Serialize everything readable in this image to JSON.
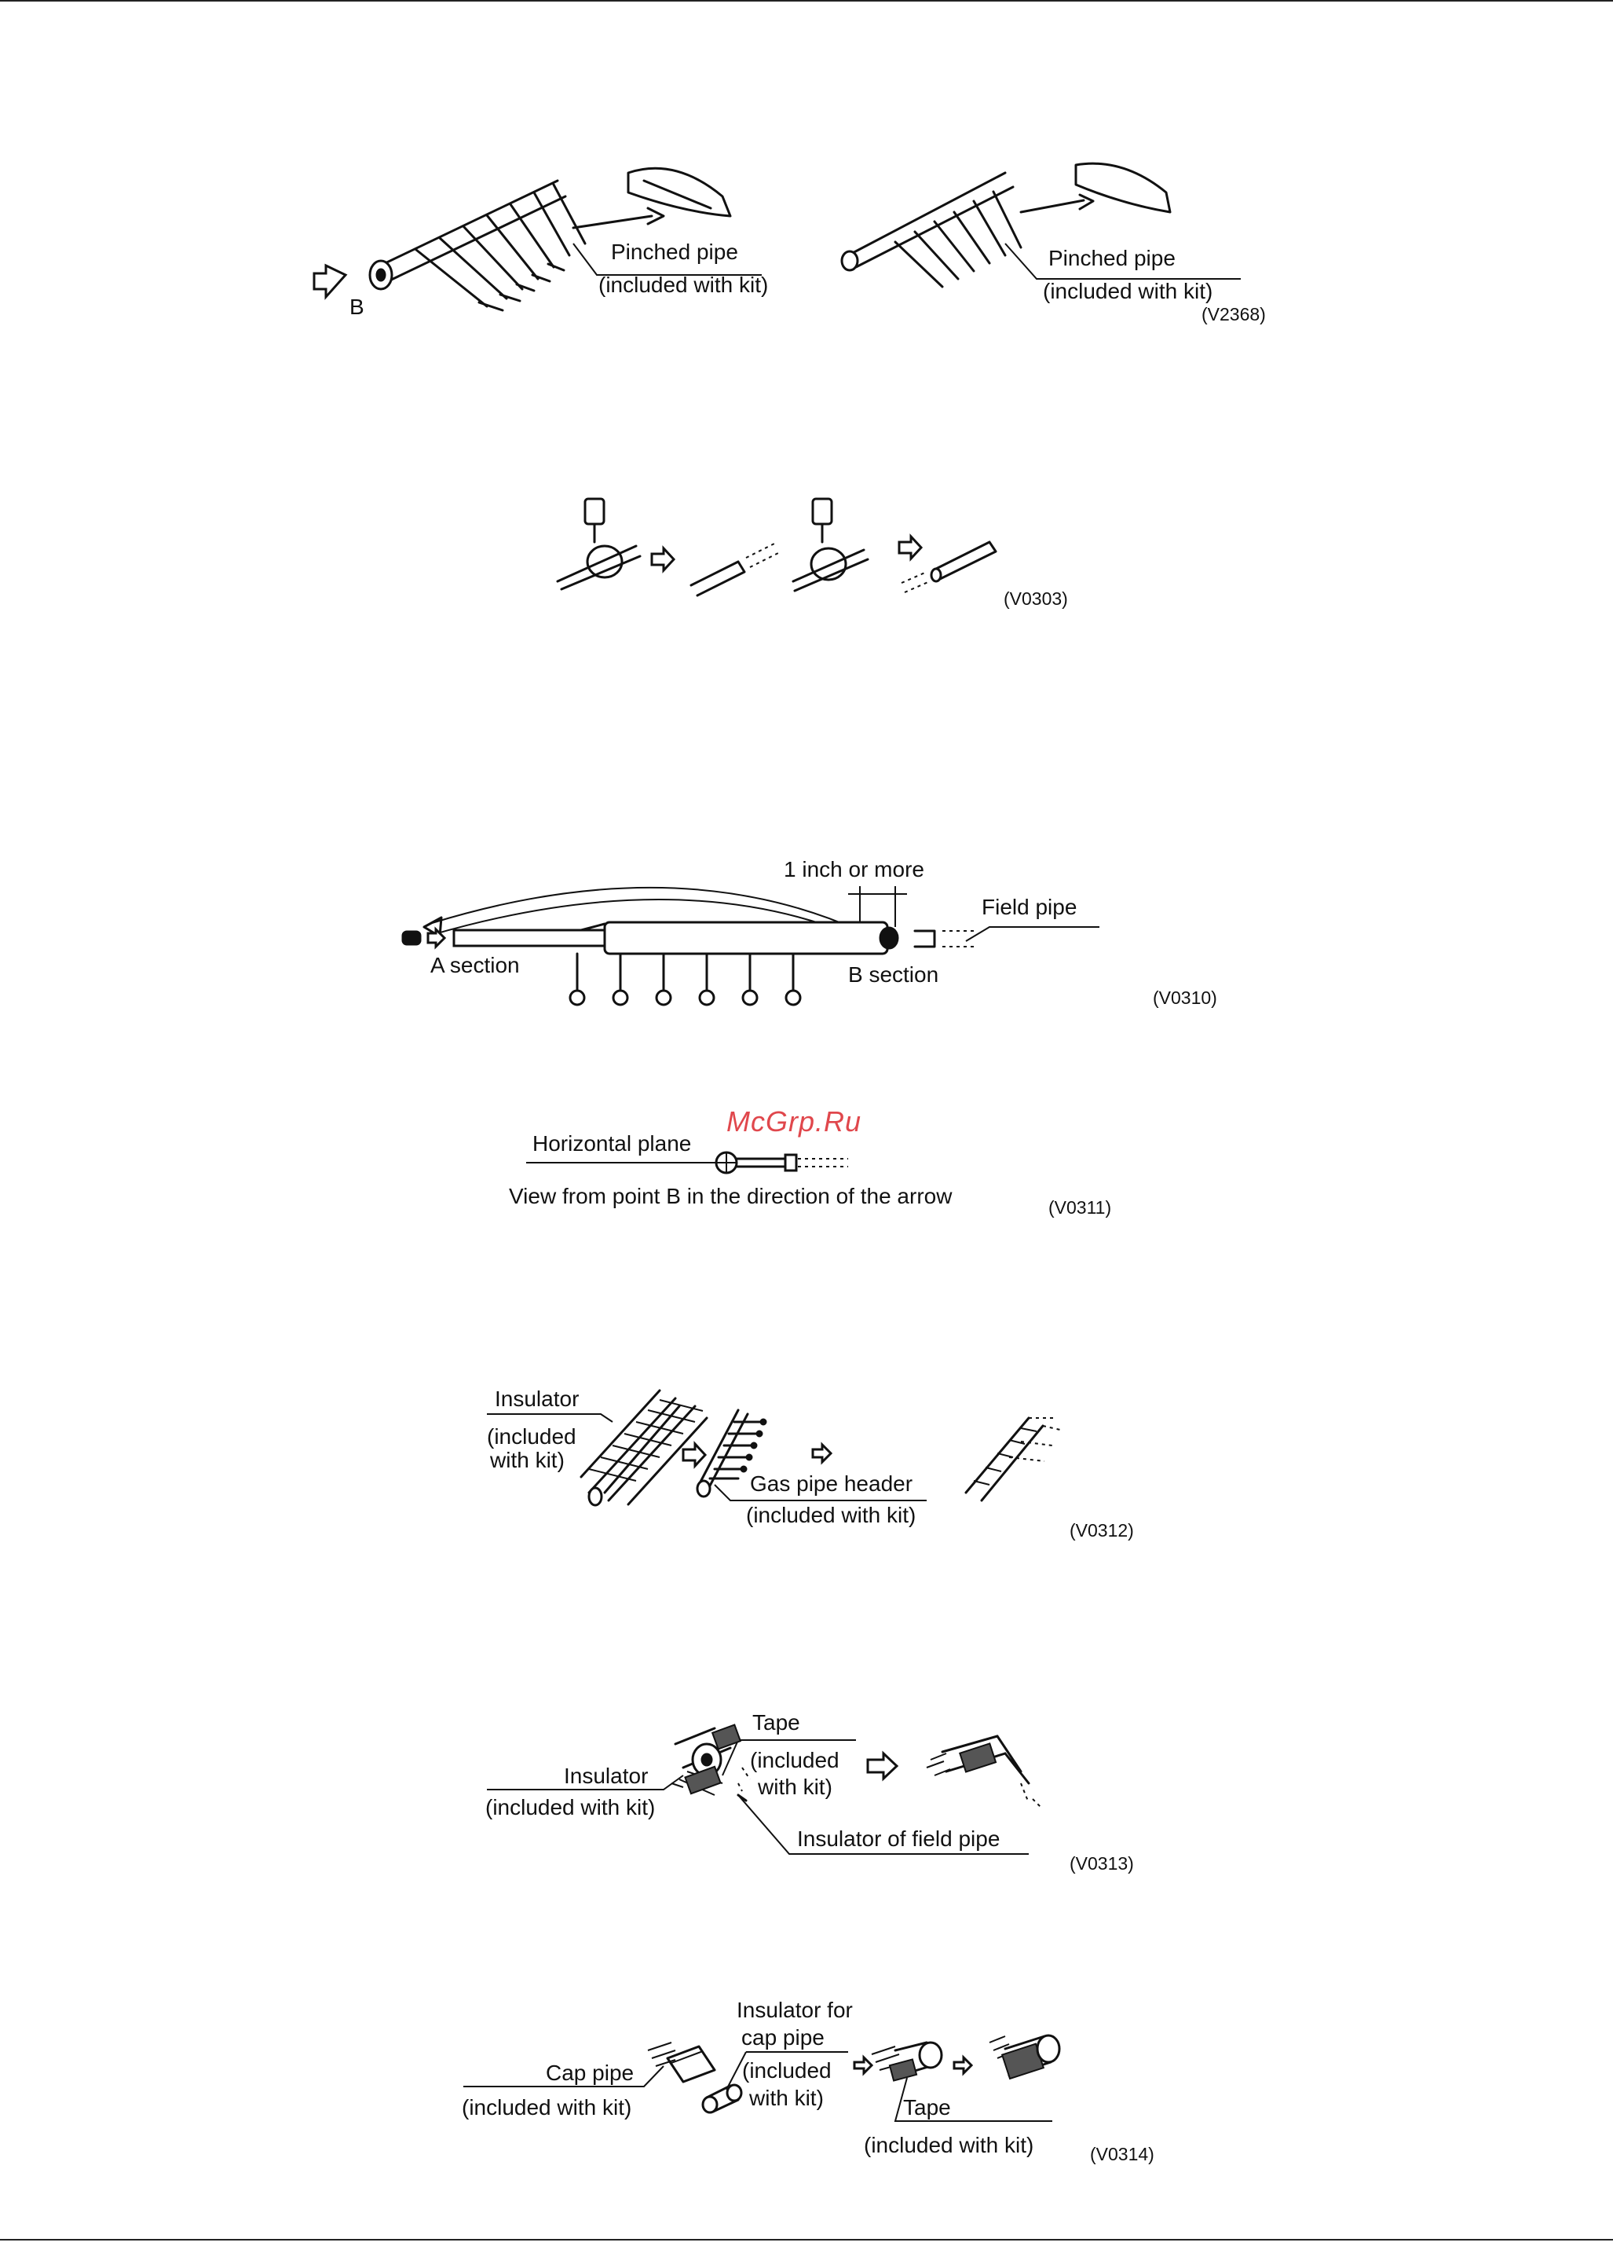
{
  "page": {
    "watermark": "McGrp.Ru"
  },
  "figures": [
    {
      "id": "V2368",
      "code": "(V2368)",
      "left_labels": {
        "title": "Pinched pipe",
        "sub": "(included with kit)",
        "arrow_letter": "B"
      },
      "right_labels": {
        "title": "Pinched pipe",
        "sub": "(included with kit)"
      }
    },
    {
      "id": "V0303",
      "code": "(V0303)"
    },
    {
      "id": "V0310",
      "code": "(V0310)",
      "dimension": "1 inch or more",
      "field_pipe": "Field pipe",
      "a_section": "A section",
      "b_section": "B section"
    },
    {
      "id": "V0311",
      "code": "(V0311)",
      "plane": "Horizontal plane",
      "caption": "View from point B in the direction of the arrow"
    },
    {
      "id": "V0312",
      "code": "(V0312)",
      "insulator": "Insulator",
      "insulator_sub1": "(included",
      "insulator_sub2": "with kit)",
      "header": "Gas pipe header",
      "header_sub": "(included with kit)"
    },
    {
      "id": "V0313",
      "code": "(V0313)",
      "tape": "Tape",
      "tape_sub1": "(included",
      "tape_sub2": "with kit)",
      "insulator": "Insulator",
      "insulator_sub": "(included with kit)",
      "field_insulator": "Insulator of field pipe"
    },
    {
      "id": "V0314",
      "code": "(V0314)",
      "cap_pipe": "Cap pipe",
      "cap_pipe_sub": "(included with kit)",
      "cap_insulator1": "Insulator for",
      "cap_insulator2": "cap pipe",
      "cap_insulator_sub1": "(included",
      "cap_insulator_sub2": "with kit)",
      "tape": "Tape",
      "tape_sub": "(included with kit)"
    }
  ]
}
